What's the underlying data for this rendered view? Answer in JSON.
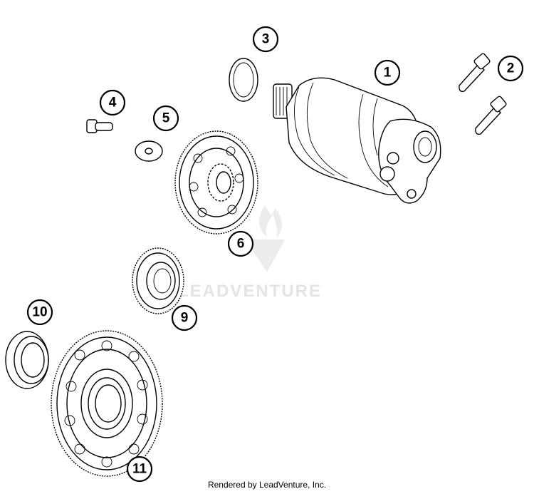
{
  "callouts": [
    "1",
    "2",
    "3",
    "4",
    "5",
    "6",
    "9",
    "10",
    "11"
  ],
  "watermark": {
    "text": "LEADVENTURE"
  },
  "footer": {
    "text": "Rendered by LeadVenture, Inc."
  }
}
